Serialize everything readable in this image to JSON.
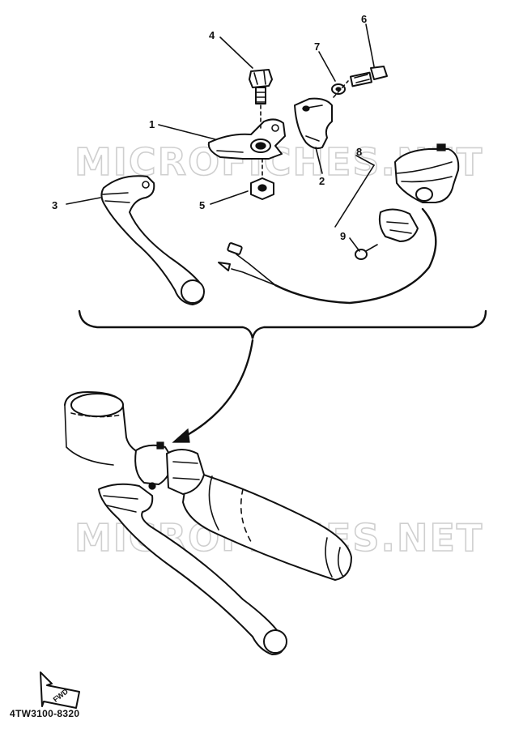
{
  "watermark": "MICROFICHES.NET",
  "diagram_code": "4TW3100-8320",
  "fwd_label": "FWD",
  "callouts": [
    "1",
    "2",
    "3",
    "4",
    "5",
    "6",
    "7",
    "8",
    "9"
  ]
}
